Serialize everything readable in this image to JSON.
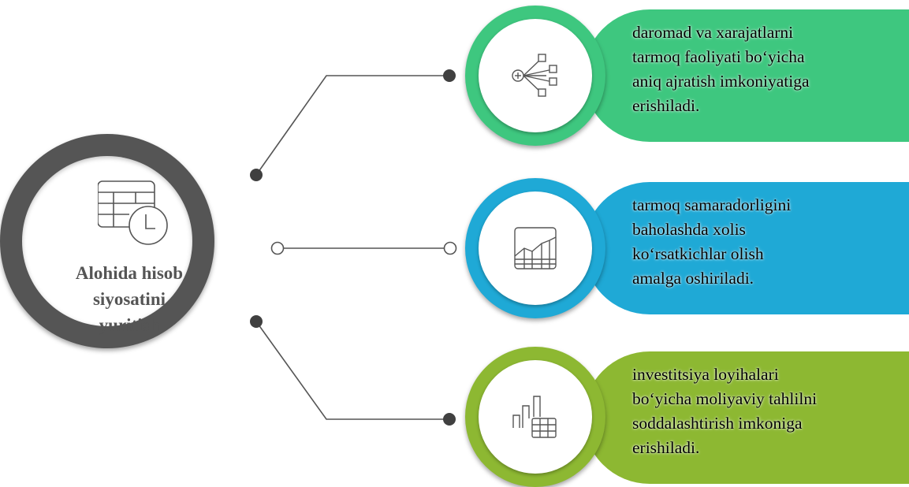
{
  "center": {
    "title": "Alohida hisob\nsiyosatini\nyuritish",
    "icon": "table-clock-icon",
    "ring_color": "#555555"
  },
  "items": [
    {
      "text": "daromad va xarajatlarni\ntarmoq faoliyati bo‘yicha\naniq ajratish imkoniyatiga\nerishiladi.",
      "icon": "network-nodes-icon",
      "color": "#3ec77f"
    },
    {
      "text": "tarmoq samaradorligini\nbaholashda xolis\nko‘rsatkichlar olish\namalga oshiriladi.",
      "icon": "area-chart-table-icon",
      "color": "#1fa9d6"
    },
    {
      "text": "investitsiya loyihalari\nbo‘yicha moliyaviy tahlilni\nsoddalashtirish imkoniga\nerishiladi.",
      "icon": "bar-chart-table-icon",
      "color": "#8db832"
    }
  ],
  "connector_color": "#555555"
}
